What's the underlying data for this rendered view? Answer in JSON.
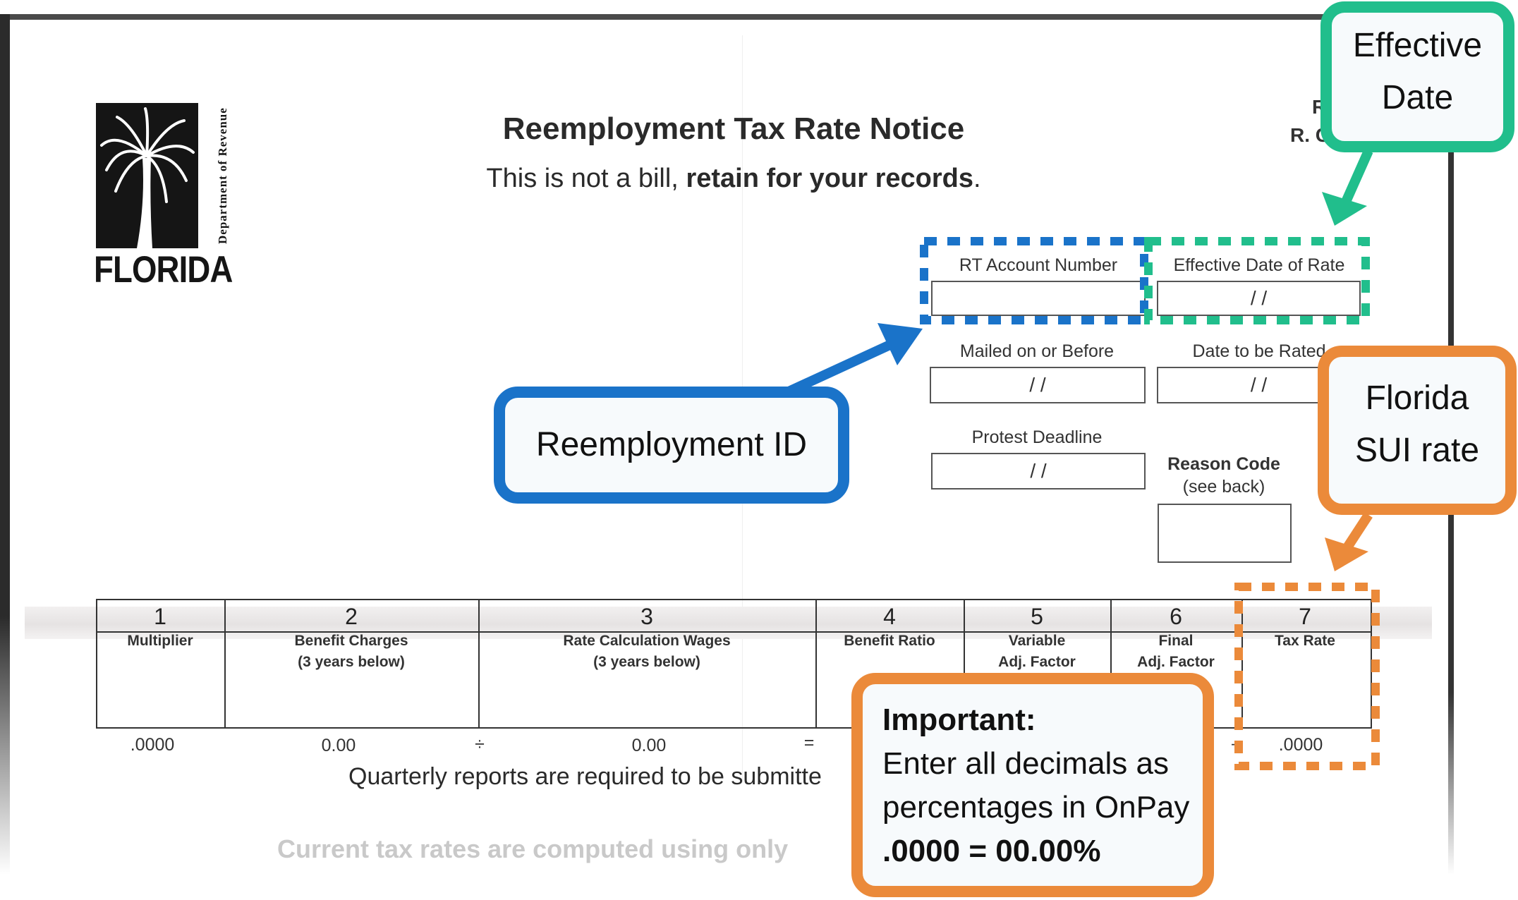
{
  "logo": {
    "word": "FLORIDA",
    "vertical_text": "Department of Revenue",
    "icon": "palm-tree-icon"
  },
  "notice": {
    "title": "Reemployment Tax Rate Notice",
    "subtitle_plain": "This is not a bill,",
    "subtitle_bold": "retain for your records",
    "subtitle_end": ".",
    "corner_line1": "R",
    "corner_line2": "R. C"
  },
  "fields": {
    "rt_account": {
      "label": "RT Account Number",
      "value": ""
    },
    "effective_date": {
      "label": "Effective Date of Rate",
      "value": "/  /"
    },
    "mailed": {
      "label": "Mailed on or Before",
      "value": "/  /"
    },
    "date_rated": {
      "label": "Date to be Rated",
      "value": "/  /"
    },
    "protest": {
      "label": "Protest Deadline",
      "value": "/  /"
    },
    "reason": {
      "label": "Reason Code",
      "sublabel": "(see back)",
      "value": ""
    }
  },
  "table": {
    "columns": [
      {
        "num": "1",
        "head1": "Multiplier",
        "head2": "",
        "value": ".0000"
      },
      {
        "num": "2",
        "head1": "Benefit Charges",
        "head2": "(3 years below)",
        "value": "0.00"
      },
      {
        "num": "3",
        "head1": "Rate Calculation Wages",
        "head2": "(3 years below)",
        "value": "0.00"
      },
      {
        "num": "4",
        "head1": "Benefit Ratio",
        "head2": "",
        "value": ""
      },
      {
        "num": "5",
        "head1": "Variable",
        "head2": "Adj. Factor",
        "value": ""
      },
      {
        "num": "6",
        "head1": "Final",
        "head2": "Adj. Factor",
        "value": ""
      },
      {
        "num": "7",
        "head1": "Tax Rate",
        "head2": "",
        "value": ".0000"
      }
    ],
    "op_divide": "÷",
    "op_equals": "=",
    "op_dash": "–"
  },
  "footer": {
    "quarterly": "Quarterly reports are required to be submitte",
    "current": "Current tax rates are computed using only"
  },
  "annotations": {
    "reemployment_id": "Reemployment ID",
    "effective_date_line1": "Effective",
    "effective_date_line2": "Date",
    "sui_line1": "Florida",
    "sui_line2": "SUI rate",
    "important_title": "Important:",
    "important_line1": "Enter all decimals as",
    "important_line2": "percentages in OnPay",
    "important_line3": ".0000 = 00.00%"
  },
  "colors": {
    "blue": "#1a73c9",
    "green": "#21be8c",
    "orange": "#eb8a3a"
  }
}
